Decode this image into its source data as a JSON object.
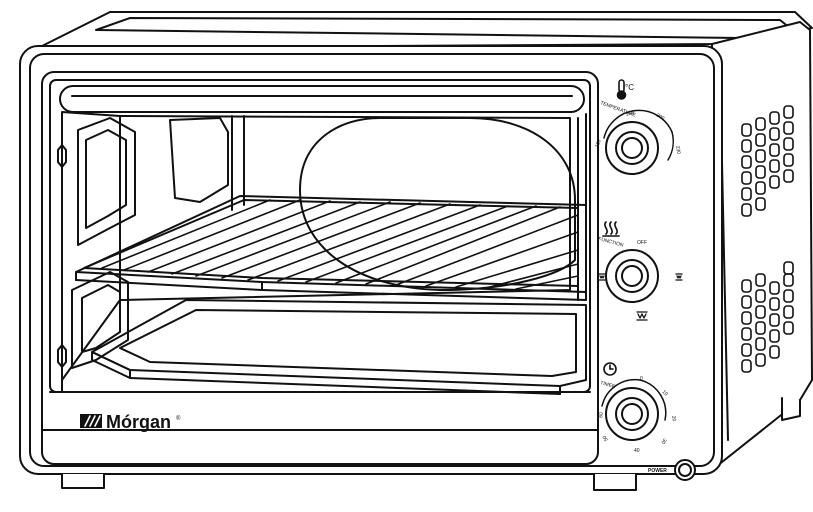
{
  "brand": {
    "name": "Mórgan",
    "trademark": "®",
    "logo_icon": "three-slash-logo-icon"
  },
  "controls": {
    "temperature": {
      "icon": "thermometer-icon",
      "unit": "°C",
      "label": "TEMPERATURE",
      "scale": [
        "100",
        "150",
        "200",
        "230"
      ]
    },
    "function": {
      "icon": "heat-waves-icon",
      "label": "FUNCTION",
      "off_label": "OFF"
    },
    "timer": {
      "icon": "clock-icon",
      "label": "TIMER",
      "scale": [
        "0",
        "10",
        "20",
        "30",
        "40",
        "50",
        "60"
      ]
    },
    "power": {
      "label": "POWER"
    }
  },
  "colors": {
    "line": "#111111",
    "body": "#ffffff"
  }
}
